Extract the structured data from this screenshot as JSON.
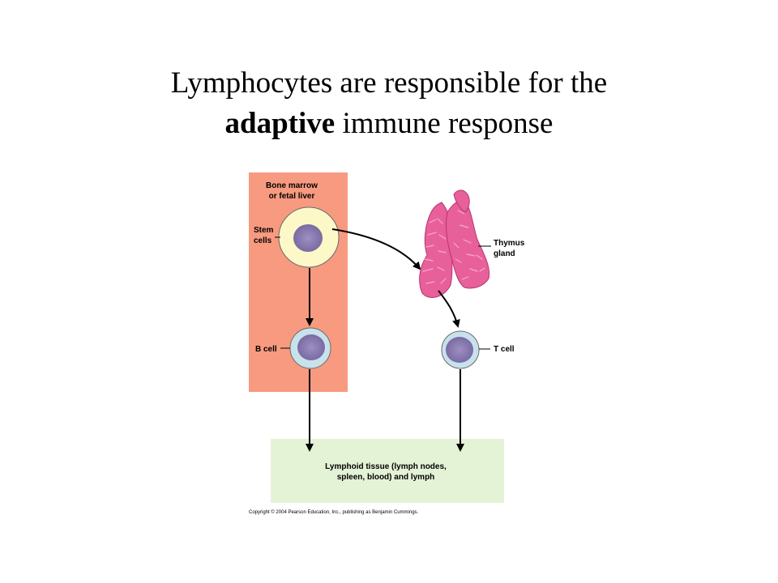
{
  "title": {
    "line1": "Lymphocytes are responsible for the",
    "line2_bold": "adaptive",
    "line2_rest": " immune response"
  },
  "diagram": {
    "bone_marrow_label_1": "Bone marrow",
    "bone_marrow_label_2": "or fetal liver",
    "stem_label_1": "Stem",
    "stem_label_2": "cells",
    "b_cell_label": "B cell",
    "thymus_label_1": "Thymus",
    "thymus_label_2": "gland",
    "t_cell_label": "T cell",
    "lymphoid_label_1": "Lymphoid tissue (lymph nodes,",
    "lymphoid_label_2": "spleen, blood) and lymph",
    "copyright": "Copyright © 2004 Pearson Education, Inc., publishing as Benjamin Cummings."
  },
  "colors": {
    "bone_marrow_box": "#f79a80",
    "lymphoid_box": "#e4f2d6",
    "stem_cell_fill": "#fdf8c8",
    "nucleus": "#8a7bb0",
    "lymphocyte_fill": "#c8e2ec",
    "thymus": "#e8609a"
  }
}
